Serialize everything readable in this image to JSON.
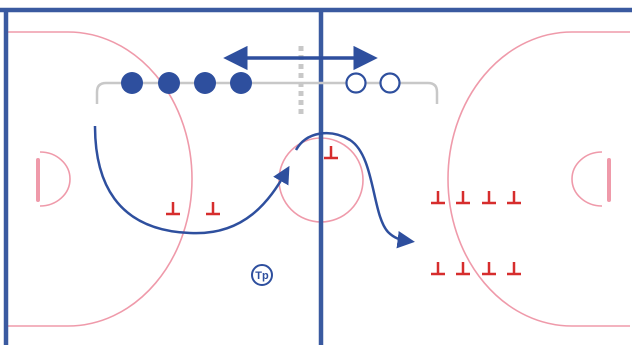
{
  "coach_label": "Tp",
  "colors": {
    "court_line": "#3a5aa0",
    "court_marking": "#ef9aaa",
    "player": "#2e4f9e",
    "cone": "#d62d2d",
    "bracket": "#c8c8c8",
    "coach": "#2e4f9e"
  },
  "players": {
    "filled_count": 4,
    "open_count": 2
  },
  "cones": {
    "midcourt_count": 3,
    "right_top_row_count": 4,
    "right_bottom_row_count": 4
  }
}
